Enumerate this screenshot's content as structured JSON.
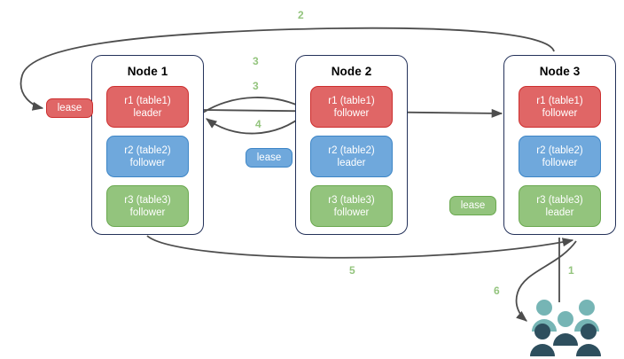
{
  "diagram": {
    "title": "Distributed lease and replica routing diagram",
    "background_color": "#ffffff",
    "colors": {
      "red_fill": "#e06666",
      "red_stroke": "#cc2f2f",
      "blue_fill": "#6fa8dc",
      "blue_stroke": "#3d85c6",
      "green_fill": "#93c47d",
      "green_stroke": "#6aa84f",
      "node_border": "#24325a",
      "arrow": "#4d4d4d",
      "label_green": "#93c47d"
    }
  },
  "nodes": [
    {
      "id": "node1",
      "title": "Node 1",
      "replicas": [
        {
          "name": "r1 (table1)",
          "role": "leader",
          "color": "red"
        },
        {
          "name": "r2 (table2)",
          "role": "follower",
          "color": "blue"
        },
        {
          "name": "r3 (table3)",
          "role": "follower",
          "color": "green"
        }
      ]
    },
    {
      "id": "node2",
      "title": "Node 2",
      "replicas": [
        {
          "name": "r1 (table1)",
          "role": "follower",
          "color": "red"
        },
        {
          "name": "r2 (table2)",
          "role": "leader",
          "color": "blue"
        },
        {
          "name": "r3 (table3)",
          "role": "follower",
          "color": "green"
        }
      ]
    },
    {
      "id": "node3",
      "title": "Node 3",
      "replicas": [
        {
          "name": "r1 (table1)",
          "role": "follower",
          "color": "red"
        },
        {
          "name": "r2 (table2)",
          "role": "follower",
          "color": "blue"
        },
        {
          "name": "r3 (table3)",
          "role": "leader",
          "color": "green"
        }
      ]
    }
  ],
  "leases": [
    {
      "id": "lease-red",
      "label": "lease",
      "color": "red"
    },
    {
      "id": "lease-blue",
      "label": "lease",
      "color": "blue"
    },
    {
      "id": "lease-green",
      "label": "lease",
      "color": "green"
    }
  ],
  "edge_labels": [
    {
      "id": "label-1",
      "text": "1"
    },
    {
      "id": "label-2",
      "text": "2"
    },
    {
      "id": "label-3a",
      "text": "3"
    },
    {
      "id": "label-3b",
      "text": "3"
    },
    {
      "id": "label-4",
      "text": "4"
    },
    {
      "id": "label-5",
      "text": "5"
    },
    {
      "id": "label-6",
      "text": "6"
    }
  ],
  "actor": {
    "id": "clients",
    "icon": "people-group-icon",
    "back_row_color": "#76b5b5",
    "front_row_color": "#2e4f5e"
  }
}
